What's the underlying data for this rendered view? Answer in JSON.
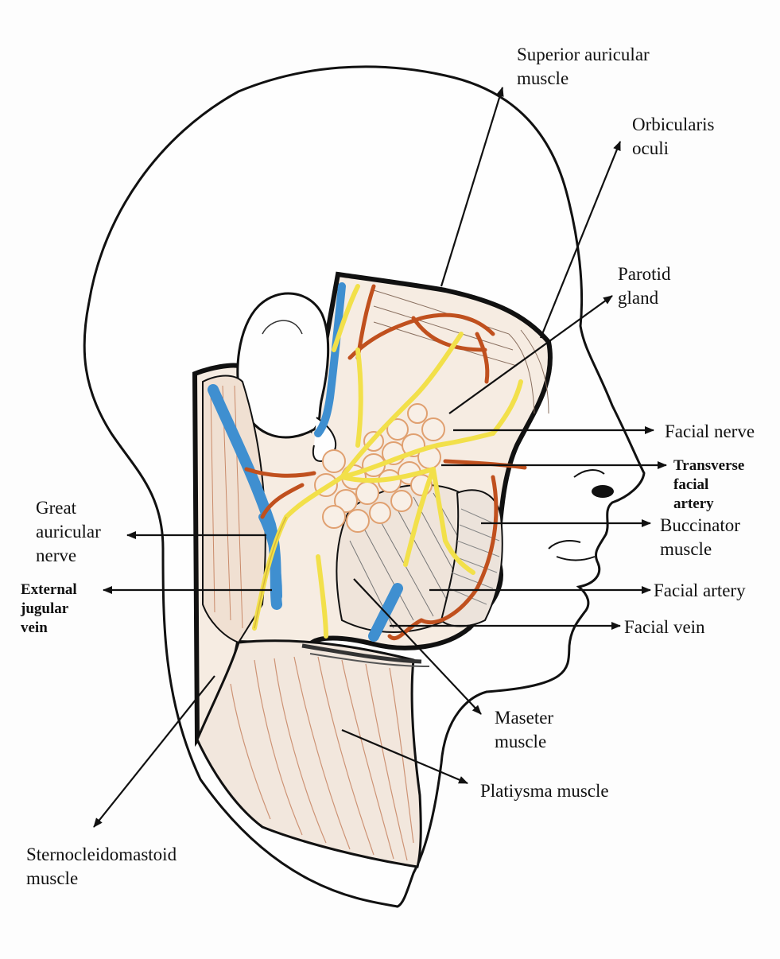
{
  "labels": {
    "superior_auricular": [
      "Superior auricular",
      "muscle"
    ],
    "orbicularis_oculi": [
      "Orbicularis",
      "oculi"
    ],
    "parotid_gland": [
      "Parotid",
      "gland"
    ],
    "facial_nerve": [
      "Facial nerve"
    ],
    "transverse_facial_artery": [
      "Transverse",
      "facial",
      "artery"
    ],
    "buccinator": [
      "Buccinator",
      "muscle"
    ],
    "facial_artery": [
      "Facial artery"
    ],
    "facial_vein": [
      "Facial vein"
    ],
    "maseter": [
      "Maseter",
      "muscle"
    ],
    "platiysma": [
      "Platiysma muscle"
    ],
    "sternocleidomastoid": [
      "Sternocleidomastoid",
      "muscle"
    ],
    "great_auricular_nerve": [
      "Great",
      "auricular",
      "nerve"
    ],
    "external_jugular_vein": [
      "External",
      "jugular",
      "vein"
    ]
  },
  "colors": {
    "outline": "#111111",
    "artery": "#c0501e",
    "vein": "#3f8fd0",
    "nerve": "#f2e04a",
    "gland": "#e0a070",
    "muscle_fiber": "#c98a6a"
  }
}
